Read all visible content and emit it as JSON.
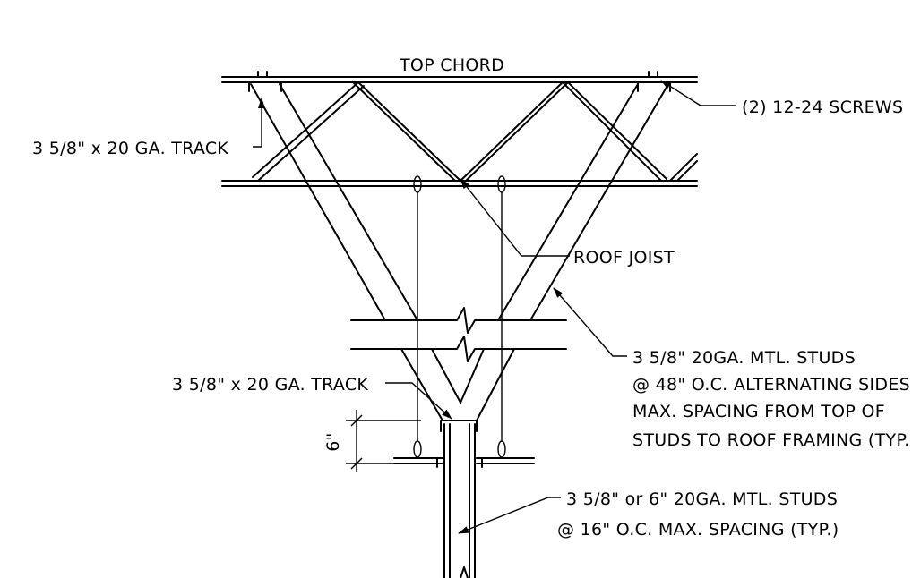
{
  "labels": {
    "top_chord": "TOP CHORD",
    "screws": "(2) 12-24 SCREWS",
    "track_top": "3 5/8\" x 20 GA. TRACK",
    "roof_joist": "ROOF JOIST",
    "studs_note_line1": "3 5/8\" 20GA. MTL. STUDS",
    "studs_note_line2": "@ 48\" O.C. ALTERNATING SIDES",
    "studs_note_line3": "MAX. SPACING FROM TOP OF",
    "studs_note_line4": "STUDS TO ROOF FRAMING (TYP.",
    "track_bottom": "3 5/8\" x 20 GA. TRACK",
    "dimension": "6\"",
    "wall_studs_line1": "3 5/8\" or 6\" 20GA. MTL. STUDS",
    "wall_studs_line2": "@ 16\" O.C. MAX. SPACING (TYP.)"
  }
}
